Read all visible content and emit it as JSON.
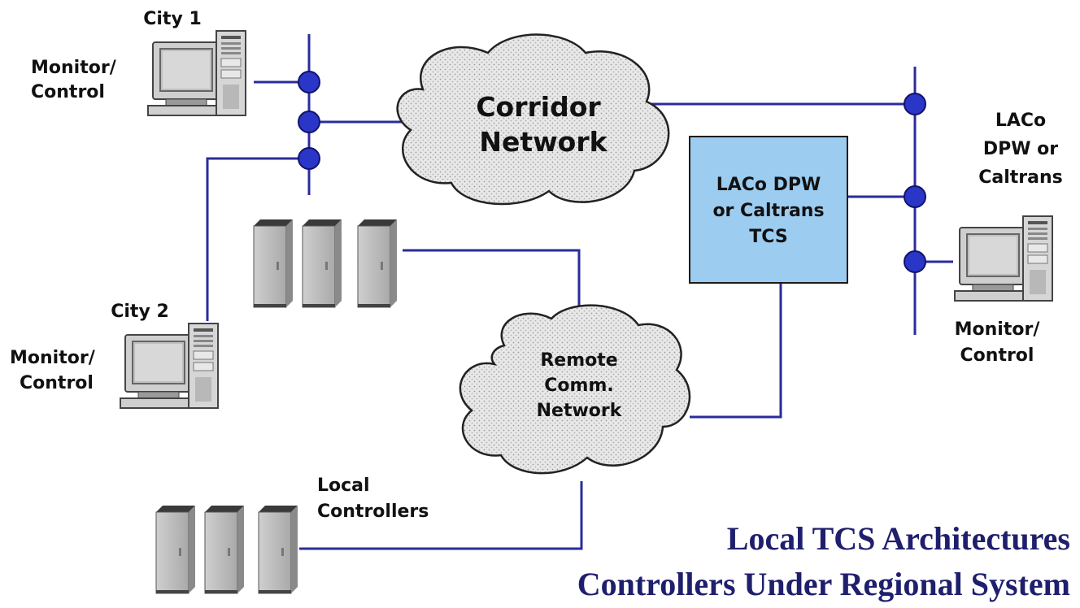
{
  "colors": {
    "line": "#2b2b9c",
    "node": "#2a36c8",
    "tcs_box": "#9cccf0",
    "title": "#1f1f6e",
    "cloud_fill": "#e6e6e6"
  },
  "labels": {
    "city1": "City 1",
    "city1_role": [
      "Monitor/",
      "Control"
    ],
    "city2": "City 2",
    "city2_role": [
      "Monitor/",
      "Control"
    ],
    "laco_site": [
      "LACo",
      "DPW or",
      "Caltrans"
    ],
    "laco_role": [
      "Monitor/",
      "Control"
    ],
    "tcs_box": [
      "LACo DPW",
      "or Caltrans",
      "TCS"
    ],
    "corridor_cloud": [
      "Corridor",
      "Network"
    ],
    "remote_cloud": [
      "Remote",
      "Comm.",
      "Network"
    ],
    "local_controllers": [
      "Local",
      "Controllers"
    ]
  },
  "title": {
    "line1": "Local TCS Architectures",
    "line2": "Controllers Under Regional System"
  },
  "icons": {
    "workstation": "desktop-computer-icon",
    "cabinet": "controller-cabinet-icon",
    "cloud": "network-cloud-icon",
    "node": "bus-connection-node"
  }
}
